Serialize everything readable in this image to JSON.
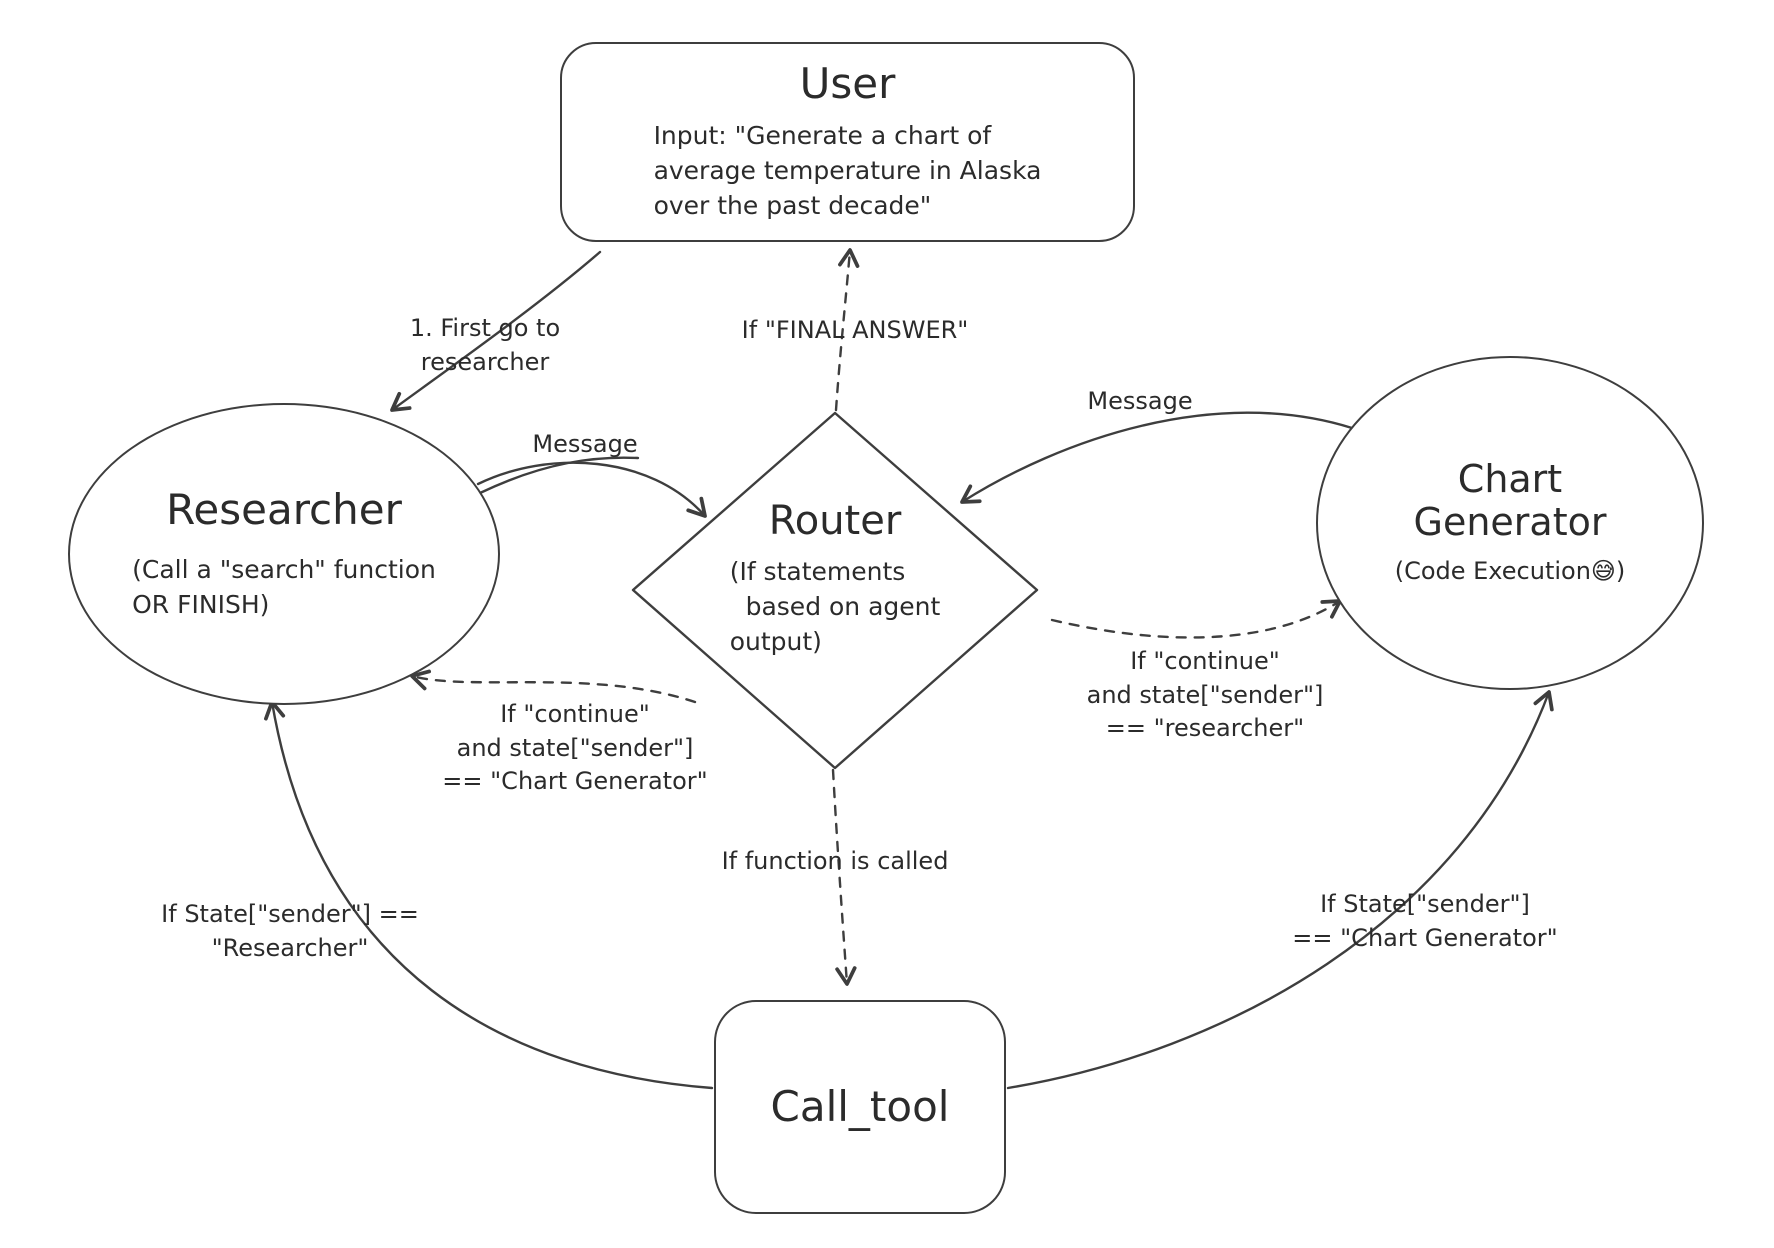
{
  "diagram": {
    "nodes": {
      "user": {
        "title": "User",
        "body": "Input: \"Generate a chart of\naverage temperature in Alaska\nover the past decade\""
      },
      "researcher": {
        "title": "Researcher",
        "body": "(Call a \"search\" function\nOR FINISH)"
      },
      "router": {
        "title": "Router",
        "body": "(If statements\n  based on agent\noutput)"
      },
      "chart_generator": {
        "title": "Chart\nGenerator",
        "body": "(Code Execution😅)"
      },
      "call_tool": {
        "title": "Call_tool"
      }
    },
    "edge_labels": {
      "first_go_to_researcher": "1. First go to\nresearcher",
      "final_answer": "If \"FINAL ANSWER\"",
      "message_researcher_router": "Message",
      "message_chartgen_router": "Message",
      "continue_sender_researcher": "If \"continue\"\nand state[\"sender\"]\n== \"researcher\"",
      "continue_sender_chart_generator": "If \"continue\"\nand state[\"sender\"]\n== \"Chart Generator\"",
      "function_called": "If function is called",
      "state_sender_researcher": "If State[\"sender\"] ==\n\"Researcher\"",
      "state_sender_chart_generator": "If State[\"sender\"]\n== \"Chart Generator\""
    }
  }
}
